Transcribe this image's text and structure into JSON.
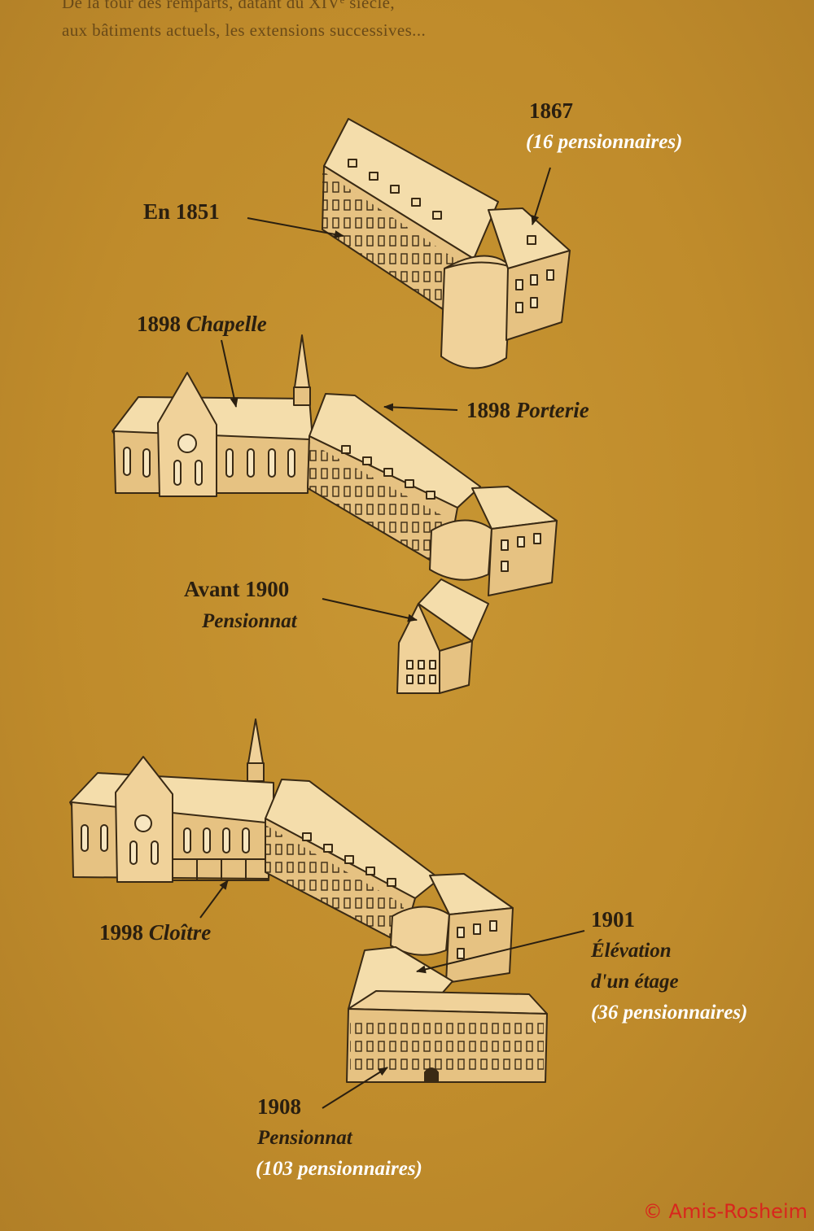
{
  "intro": {
    "line1": "De la tour des remparts, datant du XIVᵉ siècle,",
    "line2": "aux bâtiments actuels, les extensions successives..."
  },
  "labels": {
    "y1867": "1867",
    "y1867_note": "(16 pensionnaires)",
    "en1851": "En 1851",
    "chapelle_year": "1898",
    "chapelle_name": "Chapelle",
    "porterie_year": "1898",
    "porterie_name": "Porterie",
    "avant1900": "Avant 1900",
    "avant1900_name": "Pensionnat",
    "cloitre_year": "1998",
    "cloitre_name": "Cloître",
    "y1901": "1901",
    "y1901_line1": "Élévation",
    "y1901_line2": "d'un étage",
    "y1901_note": "(36 pensionnaires)",
    "y1908": "1908",
    "y1908_name": "Pensionnat",
    "y1908_note": "(103 pensionnaires)"
  },
  "copyright": "© Amis-Rosheim"
}
